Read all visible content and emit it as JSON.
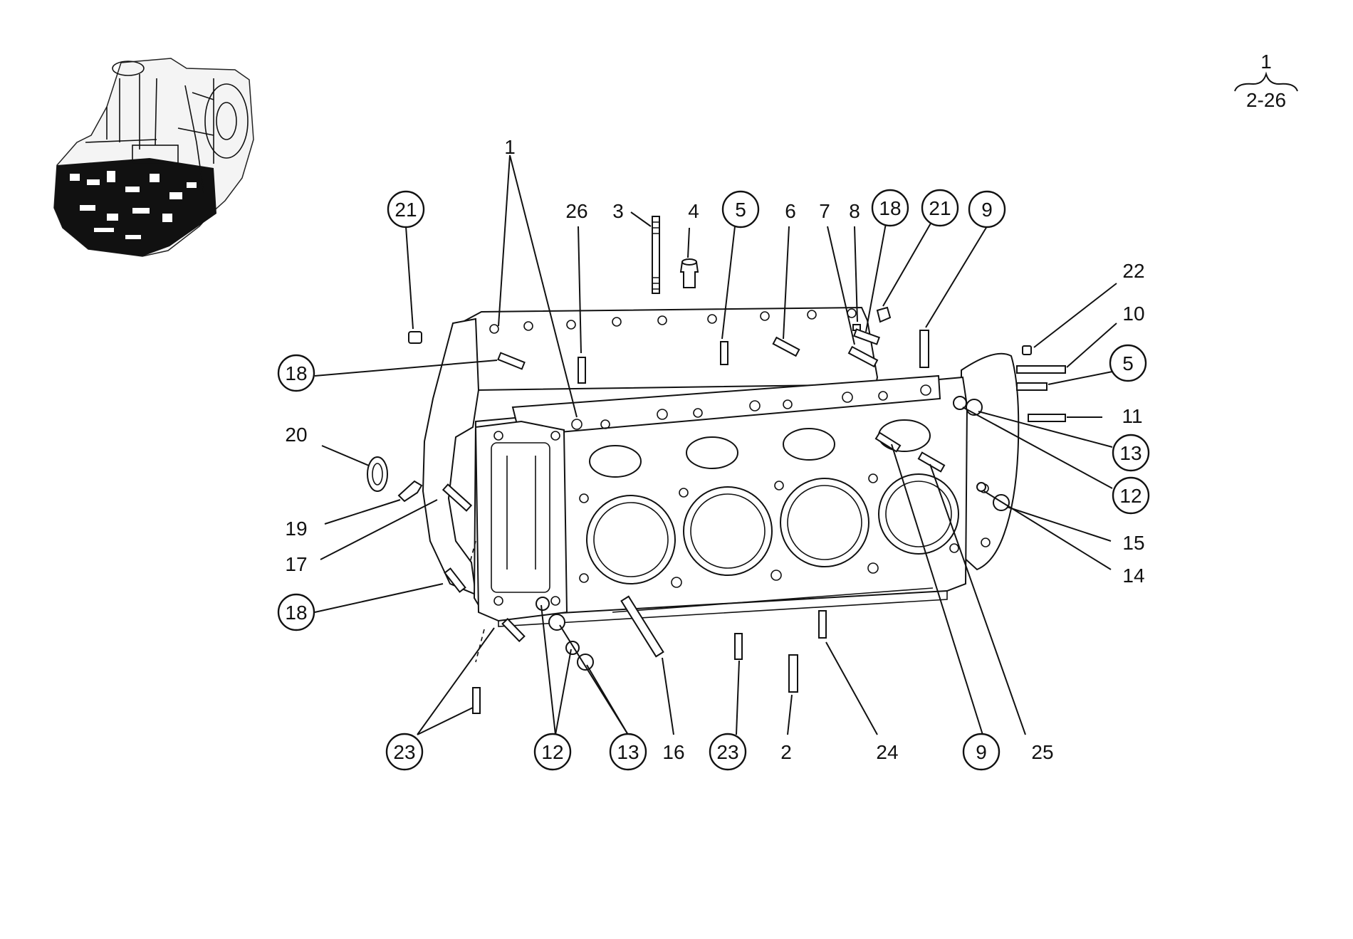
{
  "header": {
    "group_number": "1",
    "group_range": "2-26"
  },
  "callouts": [
    {
      "id": "c1",
      "label": "1",
      "circled": false
    },
    {
      "id": "c21a",
      "label": "21",
      "circled": true
    },
    {
      "id": "c26",
      "label": "26",
      "circled": false
    },
    {
      "id": "c3",
      "label": "3",
      "circled": false
    },
    {
      "id": "c4",
      "label": "4",
      "circled": false
    },
    {
      "id": "c5a",
      "label": "5",
      "circled": true
    },
    {
      "id": "c6",
      "label": "6",
      "circled": false
    },
    {
      "id": "c7",
      "label": "7",
      "circled": false
    },
    {
      "id": "c8",
      "label": "8",
      "circled": false
    },
    {
      "id": "c18a",
      "label": "18",
      "circled": true
    },
    {
      "id": "c21b",
      "label": "21",
      "circled": true
    },
    {
      "id": "c9a",
      "label": "9",
      "circled": true
    },
    {
      "id": "c22",
      "label": "22",
      "circled": false
    },
    {
      "id": "c10",
      "label": "10",
      "circled": false
    },
    {
      "id": "c5b",
      "label": "5",
      "circled": true
    },
    {
      "id": "c11",
      "label": "11",
      "circled": false
    },
    {
      "id": "c13a",
      "label": "13",
      "circled": true
    },
    {
      "id": "c12a",
      "label": "12",
      "circled": true
    },
    {
      "id": "c15",
      "label": "15",
      "circled": false
    },
    {
      "id": "c14",
      "label": "14",
      "circled": false
    },
    {
      "id": "c18b",
      "label": "18",
      "circled": true
    },
    {
      "id": "c20",
      "label": "20",
      "circled": false
    },
    {
      "id": "c19",
      "label": "19",
      "circled": false
    },
    {
      "id": "c17",
      "label": "17",
      "circled": false
    },
    {
      "id": "c18c",
      "label": "18",
      "circled": true
    },
    {
      "id": "c23a",
      "label": "23",
      "circled": true
    },
    {
      "id": "c12b",
      "label": "12",
      "circled": true
    },
    {
      "id": "c13b",
      "label": "13",
      "circled": true
    },
    {
      "id": "c16",
      "label": "16",
      "circled": false
    },
    {
      "id": "c23b",
      "label": "23",
      "circled": true
    },
    {
      "id": "c2",
      "label": "2",
      "circled": false
    },
    {
      "id": "c24",
      "label": "24",
      "circled": false
    },
    {
      "id": "c9b",
      "label": "9",
      "circled": true
    },
    {
      "id": "c25",
      "label": "25",
      "circled": false
    }
  ]
}
